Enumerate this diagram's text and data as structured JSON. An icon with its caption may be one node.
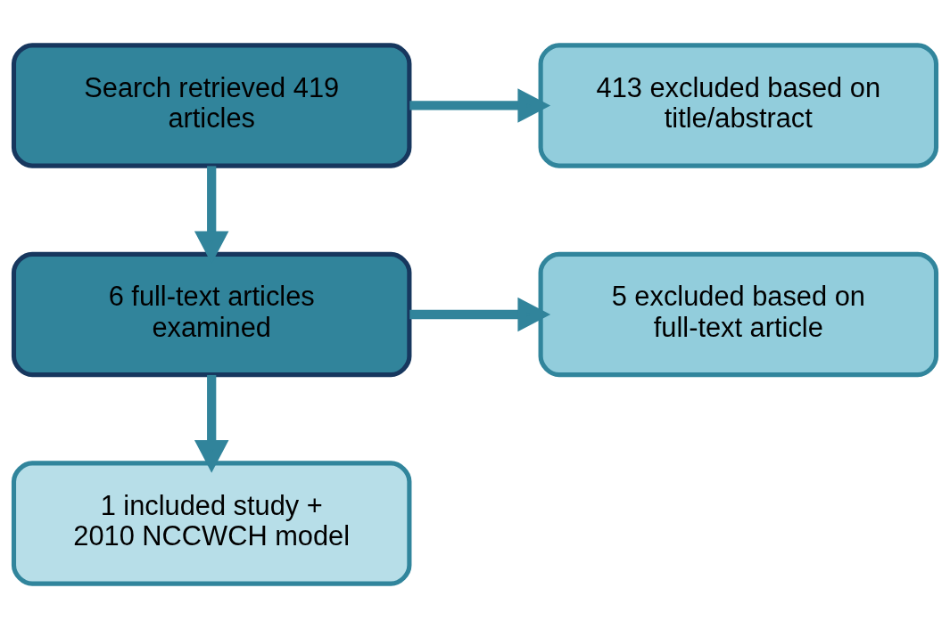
{
  "diagram": {
    "nodes": [
      {
        "text": [
          "Search retrieved 419 articles"
        ]
      },
      {
        "text": [
          "413 excluded based on title/abstract"
        ]
      },
      {
        "text": [
          "6 full-text articles examined"
        ]
      },
      {
        "text": [
          "5 excluded based on full-text article"
        ]
      },
      {
        "text": [
          "1 included study + 2010 NCCWCH model"
        ]
      }
    ],
    "edges": [
      {
        "from": 0,
        "to": 1,
        "arrow": "to"
      },
      {
        "from": 0,
        "to": 2,
        "arrow": "to"
      },
      {
        "from": 2,
        "to": 3,
        "arrow": "to"
      },
      {
        "from": 2,
        "to": 4,
        "arrow": "to"
      }
    ]
  }
}
